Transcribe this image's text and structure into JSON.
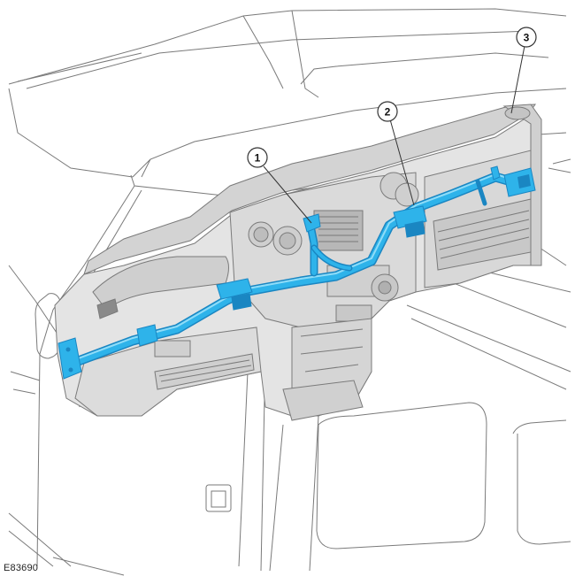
{
  "figure": {
    "reference_code": "E83690",
    "callouts": [
      {
        "id": "callout-1",
        "label": "1"
      },
      {
        "id": "callout-2",
        "label": "2"
      },
      {
        "id": "callout-3",
        "label": "3"
      }
    ]
  },
  "colors": {
    "line": "#7a7a7a",
    "panel_fill": "#e4e4e4",
    "panel_shade": "#cfcfcf",
    "beam": "#2eb3ea",
    "beam_dark": "#1a86c2",
    "beam_light": "#8fdcf8"
  }
}
